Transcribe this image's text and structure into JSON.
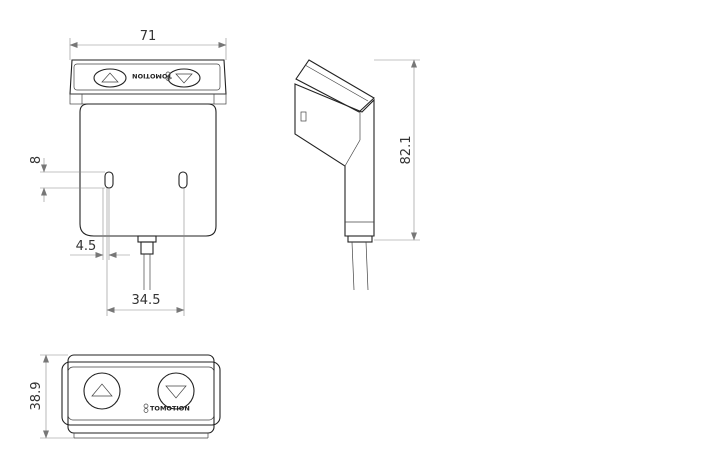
{
  "dimensions": {
    "width": "71",
    "height": "82.1",
    "hole_height": "8",
    "hole_offset": "4.5",
    "hole_spacing": "34.5",
    "depth": "38.9"
  },
  "brand": "TOMOTION"
}
